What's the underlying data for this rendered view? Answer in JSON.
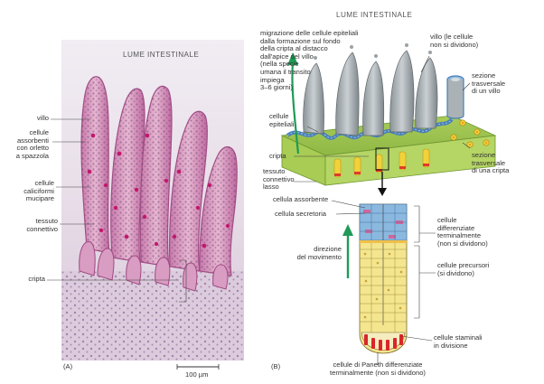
{
  "panel_a": {
    "title": "LUME INTESTINALE",
    "panel_label": "(A)",
    "scale_bar": "100 µm",
    "labels": {
      "villus": "villo",
      "absorptive": "cellule\nassorbenti\ncon orletto\na spazzola",
      "goblet": "cellule\ncaliciformi\nmucipare",
      "connective": "tessuto\nconnettivo",
      "crypt": "cripta"
    }
  },
  "panel_b": {
    "title": "LUME INTESTINALE",
    "panel_label": "(B)",
    "labels": {
      "migration": "migrazione delle cellule epiteliali\ndalla formazione sul fondo\ndella cripta al distacco\ndall'apice del villo\n(nella specie\numana il transito\nimpiega\n3–6 giorni)",
      "villus_note": "villo (le cellule\nnon si dividono)",
      "villus_section": "sezione\ntrasversale\ndi un villo",
      "epithelial": "cellule\nepiteliali",
      "crypt": "cripta",
      "crypt_section": "sezione\ntrasversale\ndi una cripta",
      "loose_connective": "tessuto\nconnettivo\nlasso",
      "absorptive_cell": "cellula assorbente",
      "secretory_cell": "cellula secretoria",
      "differentiated": "cellule\ndifferenziate\nterminalmente\n(non si dividono)",
      "direction": "direzione\ndel movimento",
      "precursor": "cellule precursori\n(si dividono)",
      "stem": "cellule staminali\nin divisione",
      "paneth": "cellule di Paneth differenziate\nterminalmente (non si dividono)"
    }
  }
}
